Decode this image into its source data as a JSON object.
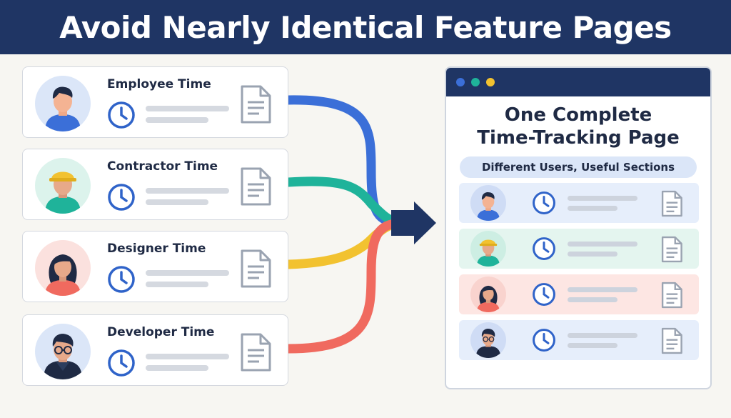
{
  "title": "Avoid Nearly Identical Feature Pages",
  "feature_pages": [
    {
      "label": "Employee Time",
      "avatar": "employee-avatar",
      "accent": "#3b6fd8"
    },
    {
      "label": "Contractor Time",
      "avatar": "contractor-avatar",
      "accent": "#1fb39a"
    },
    {
      "label": "Designer Time",
      "avatar": "designer-avatar",
      "accent": "#f2c230"
    },
    {
      "label": "Developer Time",
      "avatar": "developer-avatar",
      "accent": "#f06a5f"
    }
  ],
  "combined_page": {
    "title_line1": "One Complete",
    "title_line2": "Time-Tracking Page",
    "subtitle": "Different Users, Useful Sections",
    "window_dots": [
      "#3b6fd8",
      "#1fb39a",
      "#f2c230"
    ],
    "row_colors": [
      "#e6eefb",
      "#e4f5ef",
      "#fde6e3",
      "#e6eefb"
    ]
  },
  "colors": {
    "banner": "#1f3564",
    "arrow": "#1f3564",
    "clock": "#2f63c9"
  }
}
